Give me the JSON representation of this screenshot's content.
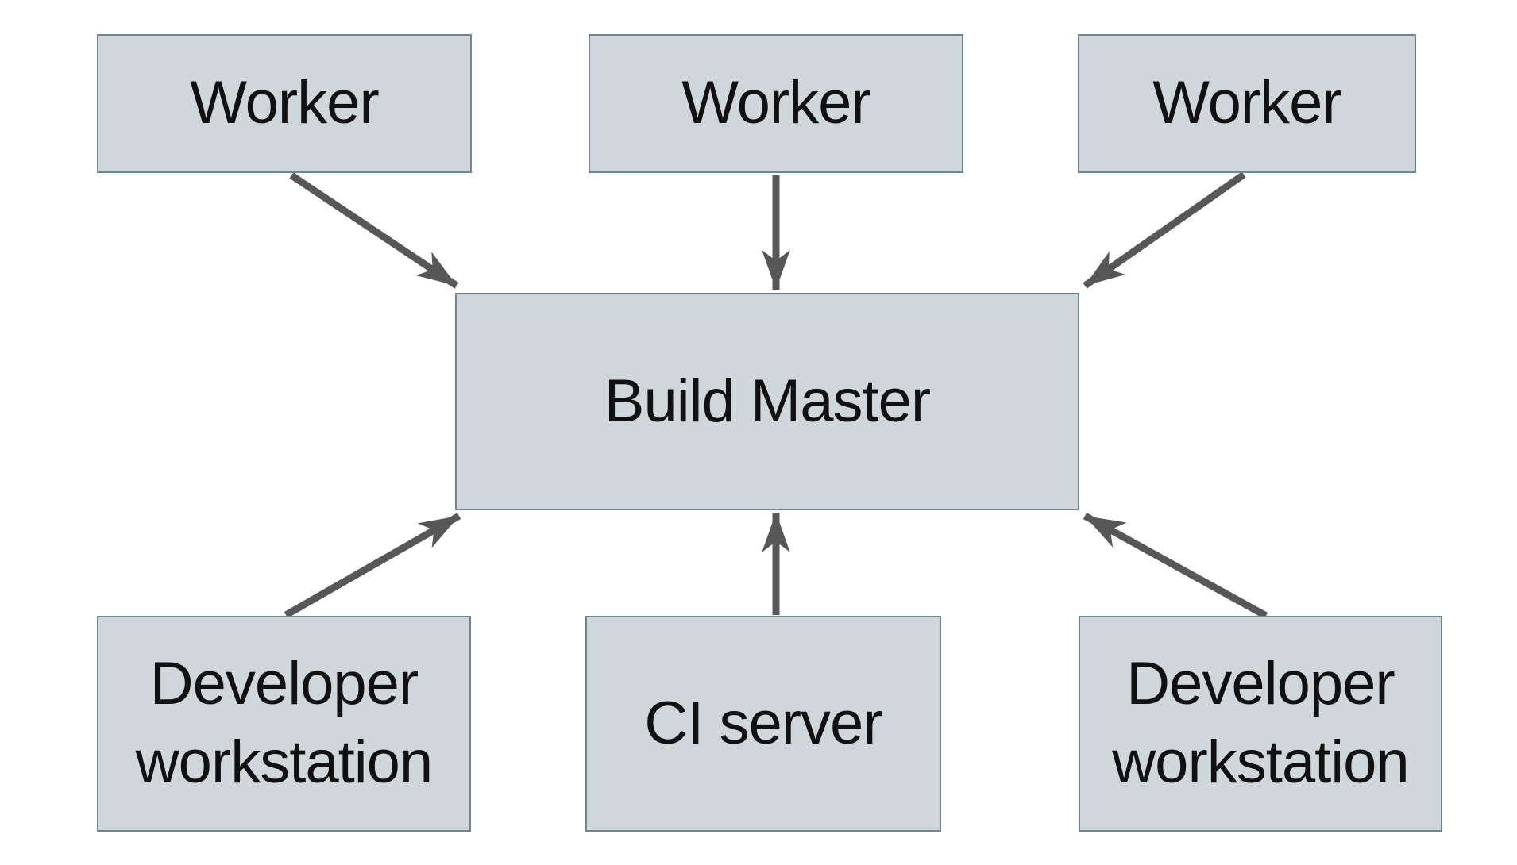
{
  "diagram": {
    "nodes": [
      {
        "id": "worker-1",
        "label": "Worker"
      },
      {
        "id": "worker-2",
        "label": "Worker"
      },
      {
        "id": "worker-3",
        "label": "Worker"
      },
      {
        "id": "build-master",
        "label": "Build Master"
      },
      {
        "id": "dev-workstation-1",
        "label": "Developer workstation"
      },
      {
        "id": "ci-server",
        "label": "CI server"
      },
      {
        "id": "dev-workstation-2",
        "label": "Developer workstation"
      }
    ],
    "edges": [
      {
        "from": "worker-1",
        "to": "build-master"
      },
      {
        "from": "worker-2",
        "to": "build-master"
      },
      {
        "from": "worker-3",
        "to": "build-master"
      },
      {
        "from": "dev-workstation-1",
        "to": "build-master"
      },
      {
        "from": "ci-server",
        "to": "build-master"
      },
      {
        "from": "dev-workstation-2",
        "to": "build-master"
      }
    ],
    "colors": {
      "background": "#ffffff",
      "node_fill": "#cfd7da",
      "node_border": "#6d8694",
      "arrow": "#575757",
      "text": "#111111"
    }
  }
}
